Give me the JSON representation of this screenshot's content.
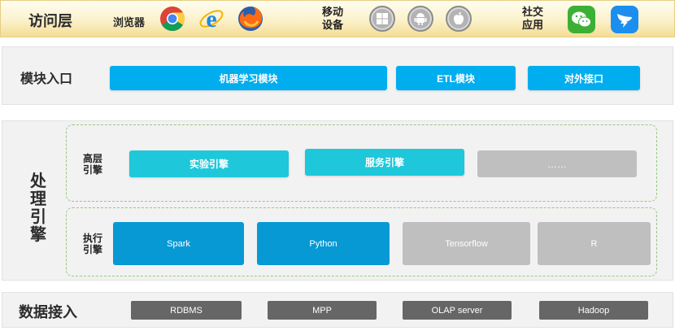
{
  "access": {
    "title": "访问层",
    "browsers_label": "浏览器",
    "mobile_label_1": "移动",
    "mobile_label_2": "设备",
    "social_label_1": "社交",
    "social_label_2": "应用",
    "browser_icons": [
      "chrome-icon",
      "internet-explorer-icon",
      "firefox-icon"
    ],
    "mobile_icons": [
      "windows-icon",
      "android-icon",
      "apple-icon"
    ],
    "social_icons": [
      "wechat-icon",
      "dingtalk-icon"
    ]
  },
  "entry": {
    "title": "模块入口",
    "modules": [
      "机器学习模块",
      "ETL模块",
      "对外接口"
    ]
  },
  "engine": {
    "title_chars": [
      "处",
      "理",
      "引",
      "擎"
    ],
    "high_label_1": "高层",
    "high_label_2": "引擎",
    "high_engines": [
      "实验引擎",
      "服务引擎",
      "……"
    ],
    "exec_label_1": "执行",
    "exec_label_2": "引擎",
    "exec_engines": [
      "Spark",
      "Python",
      "Tensorflow",
      "R"
    ]
  },
  "data": {
    "title": "数据接入",
    "sources": [
      "RDBMS",
      "MPP",
      "OLAP server",
      "Hadoop"
    ]
  },
  "colors": {
    "module_blue": "#00aeef",
    "engine_teal": "#1ec8da",
    "exec_blue": "#0799d4",
    "inactive_grey": "#bfbfbf",
    "data_grey": "#666666",
    "dashed_green": "#96c884"
  }
}
